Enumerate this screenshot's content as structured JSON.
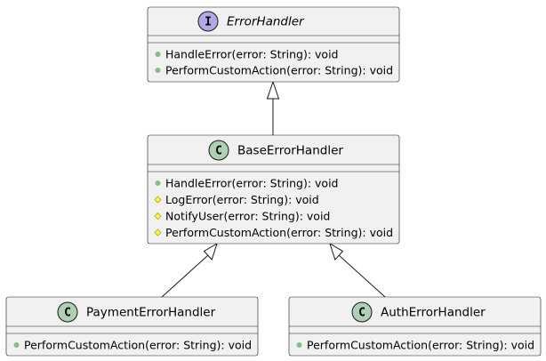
{
  "colors": {
    "box_fill": "#f1f1f1",
    "border": "#181818",
    "interface_badge": "#b4a7e5",
    "class_badge": "#add1b2",
    "public_marker": "#84be84",
    "protected_marker": "#ffff44"
  },
  "classes": {
    "error_handler": {
      "kind": "interface",
      "badge_letter": "I",
      "name": "ErrorHandler",
      "members": [
        {
          "visibility": "public",
          "icon": "public-method-icon",
          "text": "HandleError(error: String): void"
        },
        {
          "visibility": "public",
          "icon": "public-method-icon",
          "text": "PerformCustomAction(error: String): void"
        }
      ]
    },
    "base_error_handler": {
      "kind": "class",
      "badge_letter": "C",
      "name": "BaseErrorHandler",
      "members": [
        {
          "visibility": "public",
          "icon": "public-method-icon",
          "text": "HandleError(error: String): void"
        },
        {
          "visibility": "protected",
          "icon": "protected-method-icon",
          "text": "LogError(error: String): void"
        },
        {
          "visibility": "protected",
          "icon": "protected-method-icon",
          "text": "NotifyUser(error: String): void"
        },
        {
          "visibility": "protected",
          "icon": "protected-method-icon",
          "text": "PerformCustomAction(error: String): void"
        }
      ]
    },
    "payment_error_handler": {
      "kind": "class",
      "badge_letter": "C",
      "name": "PaymentErrorHandler",
      "members": [
        {
          "visibility": "public",
          "icon": "public-method-icon",
          "text": "PerformCustomAction(error: String): void"
        }
      ]
    },
    "auth_error_handler": {
      "kind": "class",
      "badge_letter": "C",
      "name": "AuthErrorHandler",
      "members": [
        {
          "visibility": "public",
          "icon": "public-method-icon",
          "text": "PerformCustomAction(error: String): void"
        }
      ]
    }
  },
  "relations": [
    {
      "from": "base_error_handler",
      "to": "error_handler",
      "type": "realization"
    },
    {
      "from": "payment_error_handler",
      "to": "base_error_handler",
      "type": "inheritance"
    },
    {
      "from": "auth_error_handler",
      "to": "base_error_handler",
      "type": "inheritance"
    }
  ]
}
